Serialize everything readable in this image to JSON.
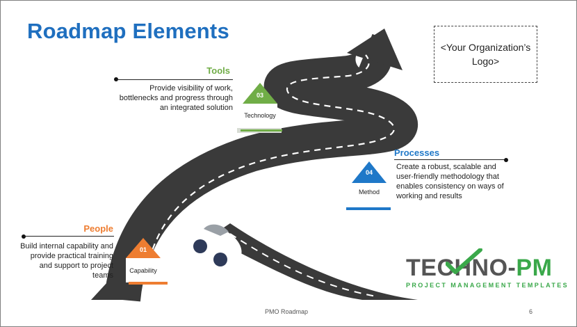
{
  "slide": {
    "title": "Roadmap Elements",
    "logo_placeholder": "<Your Organization’s Logo>",
    "footer_title": "PMO Roadmap",
    "page_number": "6"
  },
  "elements": [
    {
      "id": "people",
      "heading": "People",
      "number": "01",
      "label": "Capability",
      "color": "#ee7d31",
      "description": "Build internal capability and provide practical training and support to project teams"
    },
    {
      "id": "tools",
      "heading": "Tools",
      "number": "03",
      "label": "Technology",
      "color": "#70ad47",
      "description": "Provide visibility of work, bottlenecks and progress through an integrated solution"
    },
    {
      "id": "processes",
      "heading": "Processes",
      "number": "04",
      "label": "Method",
      "color": "#1f78c8",
      "description": "Create a robust, scalable and user-friendly methodology that enables consistency on ways of working and results"
    }
  ],
  "brand": {
    "name_part1": "TECHNO-",
    "name_part2": "PM",
    "tagline": "PROJECT MANAGEMENT TEMPLATES"
  },
  "colors": {
    "title": "#1f6fbf",
    "road": "#3a3a3a",
    "road_marking": "#ffffff",
    "car": "#ffffff",
    "car_wheels": "#2e3a59"
  }
}
